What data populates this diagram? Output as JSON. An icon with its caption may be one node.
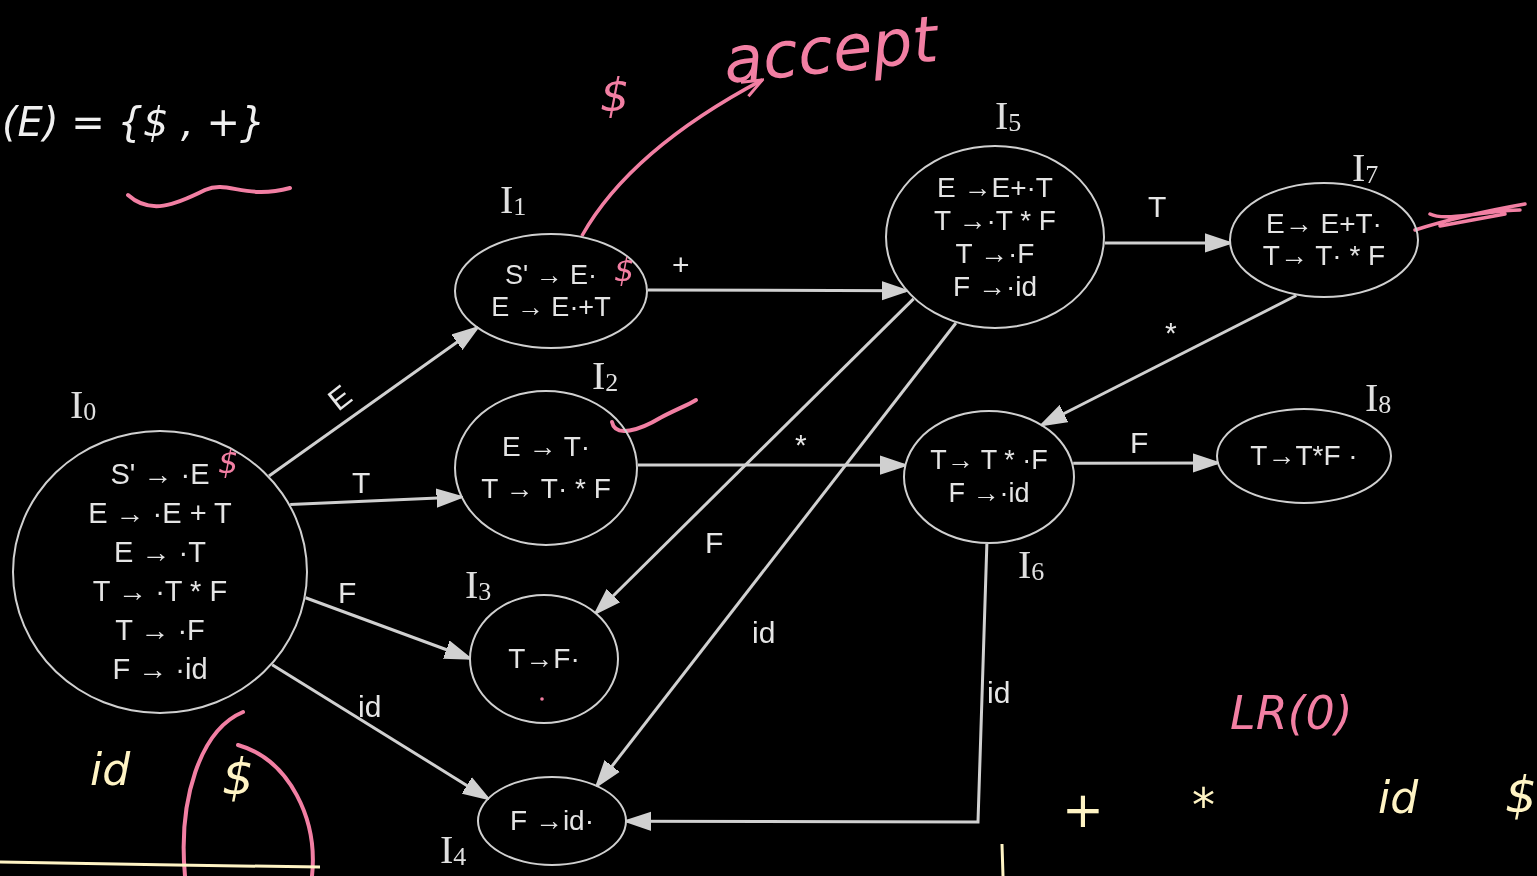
{
  "diagram": {
    "nodes": [
      {
        "text": [
          "I$_{0}$",
          "S' → ·E",
          "E → ·E + T",
          "E → ·T",
          "T → ·T * F",
          "T → ·F",
          "F → ·id"
        ]
      },
      {
        "text": [
          "I$_{1}$",
          "S' → E·",
          "E → E·+T"
        ]
      },
      {
        "text": [
          "I$_{2}$",
          "E → T·",
          "T → T· * F"
        ]
      },
      {
        "text": [
          "I$_{3}$",
          "T→F·"
        ]
      },
      {
        "text": [
          "F →id·",
          "I$_{4}$"
        ]
      },
      {
        "text": [
          "I$_{5}$",
          "E →E+·T",
          "T →·T * F",
          "T →·F",
          "F →·id"
        ]
      },
      {
        "text": [
          "T→ T * ·F",
          "F →·id",
          "I$_{6}$"
        ]
      },
      {
        "text": [
          "I$_{7}$",
          "E→ E+T·",
          "T→ T· * F"
        ]
      },
      {
        "text": [
          "I$_{8}$",
          "T→T*F ·"
        ]
      },
      {
        "text": [
          "accept"
        ]
      }
    ],
    "edges": [
      {
        "from": 0,
        "to": 1,
        "arrow": "to",
        "label": "E"
      },
      {
        "from": 0,
        "to": 2,
        "arrow": "to",
        "label": "T"
      },
      {
        "from": 0,
        "to": 3,
        "arrow": "to",
        "label": "F"
      },
      {
        "from": 0,
        "to": 4,
        "arrow": "to",
        "label": "id"
      },
      {
        "from": 1,
        "to": 5,
        "arrow": "to",
        "label": "+"
      },
      {
        "from": 2,
        "to": 6,
        "arrow": "to",
        "label": "*"
      },
      {
        "from": 5,
        "to": 7,
        "arrow": "to",
        "label": "T"
      },
      {
        "from": 5,
        "to": 3,
        "arrow": "to",
        "label": "F"
      },
      {
        "from": 5,
        "to": 4,
        "arrow": "to",
        "label": "id"
      },
      {
        "from": 7,
        "to": 6,
        "arrow": "to",
        "label": "*"
      },
      {
        "from": 6,
        "to": 8,
        "arrow": "to",
        "label": "F"
      },
      {
        "from": 6,
        "to": 4,
        "arrow": "to",
        "label": "id"
      },
      {
        "from": 1,
        "to": 9,
        "arrow": "to",
        "label": "$",
        "color": "#f27fa3"
      }
    ],
    "labels": [
      "(E) = {$ , +}",
      "$",
      "$",
      "LR(0)",
      "id",
      "$",
      "+",
      "*",
      "id",
      "$"
    ]
  }
}
